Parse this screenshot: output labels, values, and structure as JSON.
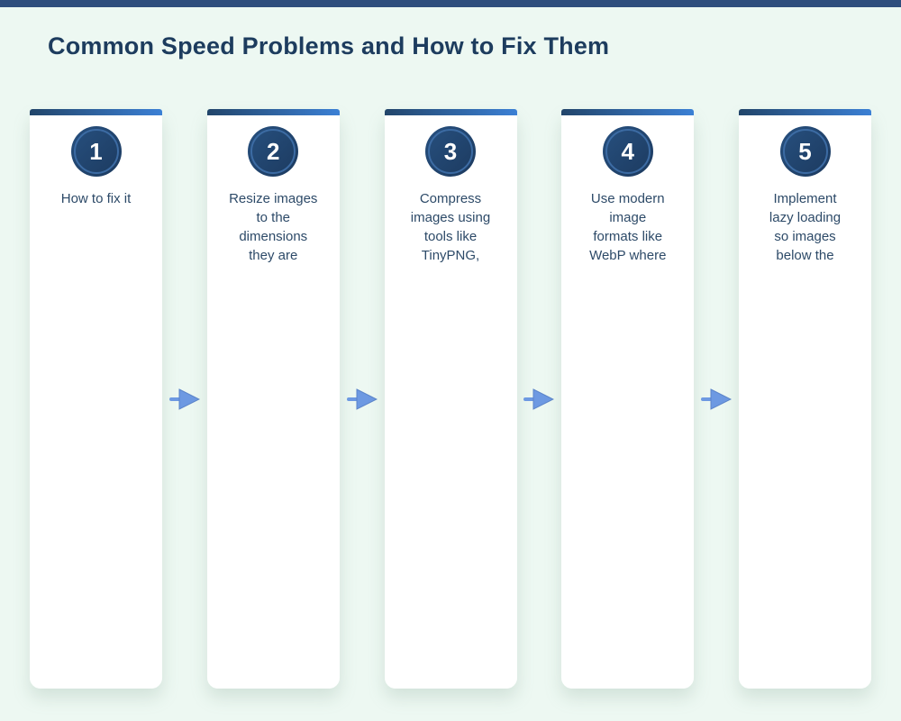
{
  "page": {
    "title": "Common Speed Problems and How to Fix Them",
    "colors": {
      "background": "#edf8f2",
      "top_bar": "#2e4e7d",
      "title_text": "#1d3c5e",
      "card_accent_start": "#22456a",
      "card_accent_end": "#3b80d5",
      "circle_fill": "#1e3f69",
      "circle_ring": "#3c6ba3",
      "card_text": "#2d4a68",
      "arrow": "#6d99e2"
    }
  },
  "steps": [
    {
      "number": "1",
      "text": "How to fix it"
    },
    {
      "number": "2",
      "text": "Resize images\nto the\ndimensions\nthey are"
    },
    {
      "number": "3",
      "text": "Compress\nimages using\ntools like\nTinyPNG,"
    },
    {
      "number": "4",
      "text": "Use modern\nimage\nformats like\nWebP where"
    },
    {
      "number": "5",
      "text": "Implement\nlazy loading\nso images\nbelow the"
    }
  ]
}
